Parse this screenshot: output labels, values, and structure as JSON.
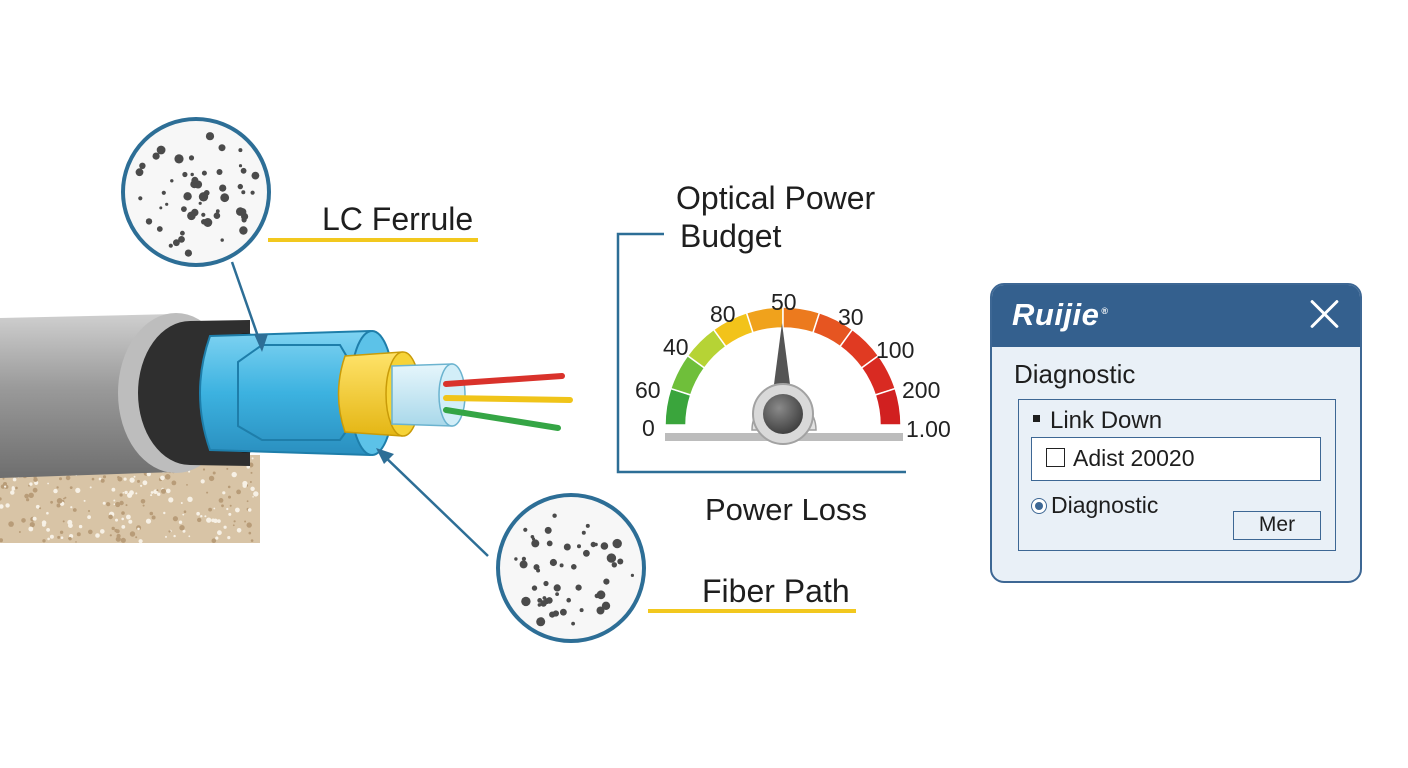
{
  "labels": {
    "lc_ferrule": "LC Ferrule",
    "fiber_path": "Fiber Path",
    "gauge_title_line1": "Optical Power",
    "gauge_title_line2": "Budget",
    "power_loss": "Power Loss"
  },
  "gauge": {
    "ticks": [
      "0",
      "60",
      "40",
      "80",
      "50",
      "30",
      "100",
      "200",
      "1.00"
    ]
  },
  "dialog": {
    "brand": "Ruijie",
    "brand_mark": "®",
    "title": "Diagnostic",
    "group_item": "Link Down",
    "textbox_value": "Adist 20020",
    "radio_label": "Diagnostic",
    "button_label": "Mer"
  },
  "colors": {
    "jacket_gray": "#8c8c8c",
    "buffer_blue": "#3fb4e0",
    "yarn_yellow": "#f2c81e",
    "leader_blue": "#2d6e96",
    "callout_yellow": "#f2c81e",
    "dialog_blue": "#34608e"
  }
}
